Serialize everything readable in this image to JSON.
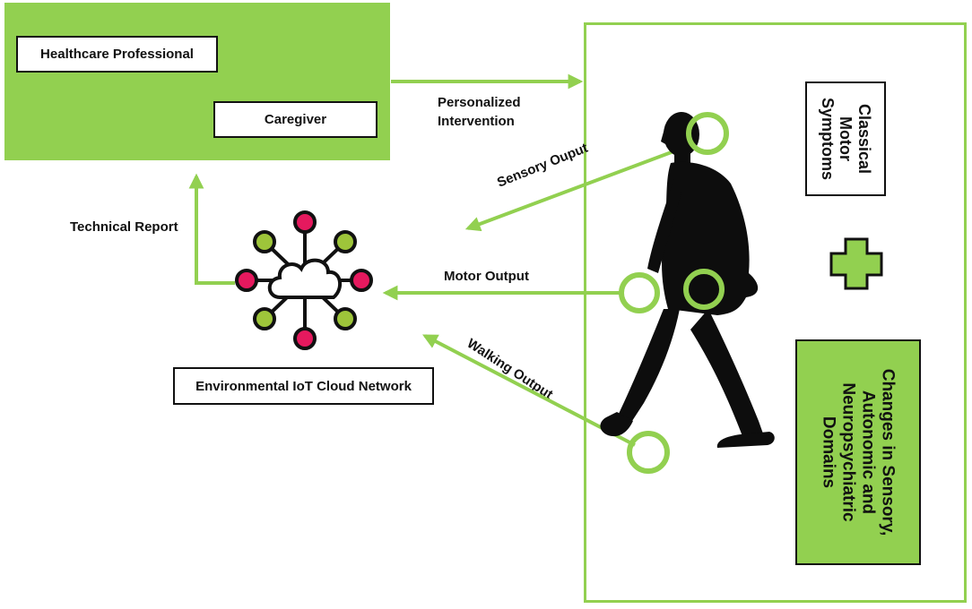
{
  "colors": {
    "accent_green": "#92d050",
    "magenta": "#e5195e",
    "lime": "#9ec53a",
    "ink": "#111111"
  },
  "care_panel": {
    "healthcare_professional": "Healthcare Professional",
    "caregiver": "Caregiver"
  },
  "arrows": {
    "personalized_intervention_line1": "Personalized",
    "personalized_intervention_line2": "Intervention",
    "technical_report": "Technical Report",
    "sensory_output": "Sensory Ouput",
    "motor_output": "Motor Output",
    "walking_output": "Walking Output"
  },
  "network": {
    "label": "Environmental IoT Cloud Network",
    "icon": "cloud-network-icon"
  },
  "patient_panel": {
    "classical_motor_symptoms": [
      "Classical",
      "Motor",
      "Symptoms"
    ],
    "plus_icon": "plus-icon",
    "changes_domains": [
      "Changes in Sensory,",
      "Autonomic and",
      "Neuropsychiatric",
      "Domains"
    ],
    "figure_icon": "walking-person-icon"
  }
}
